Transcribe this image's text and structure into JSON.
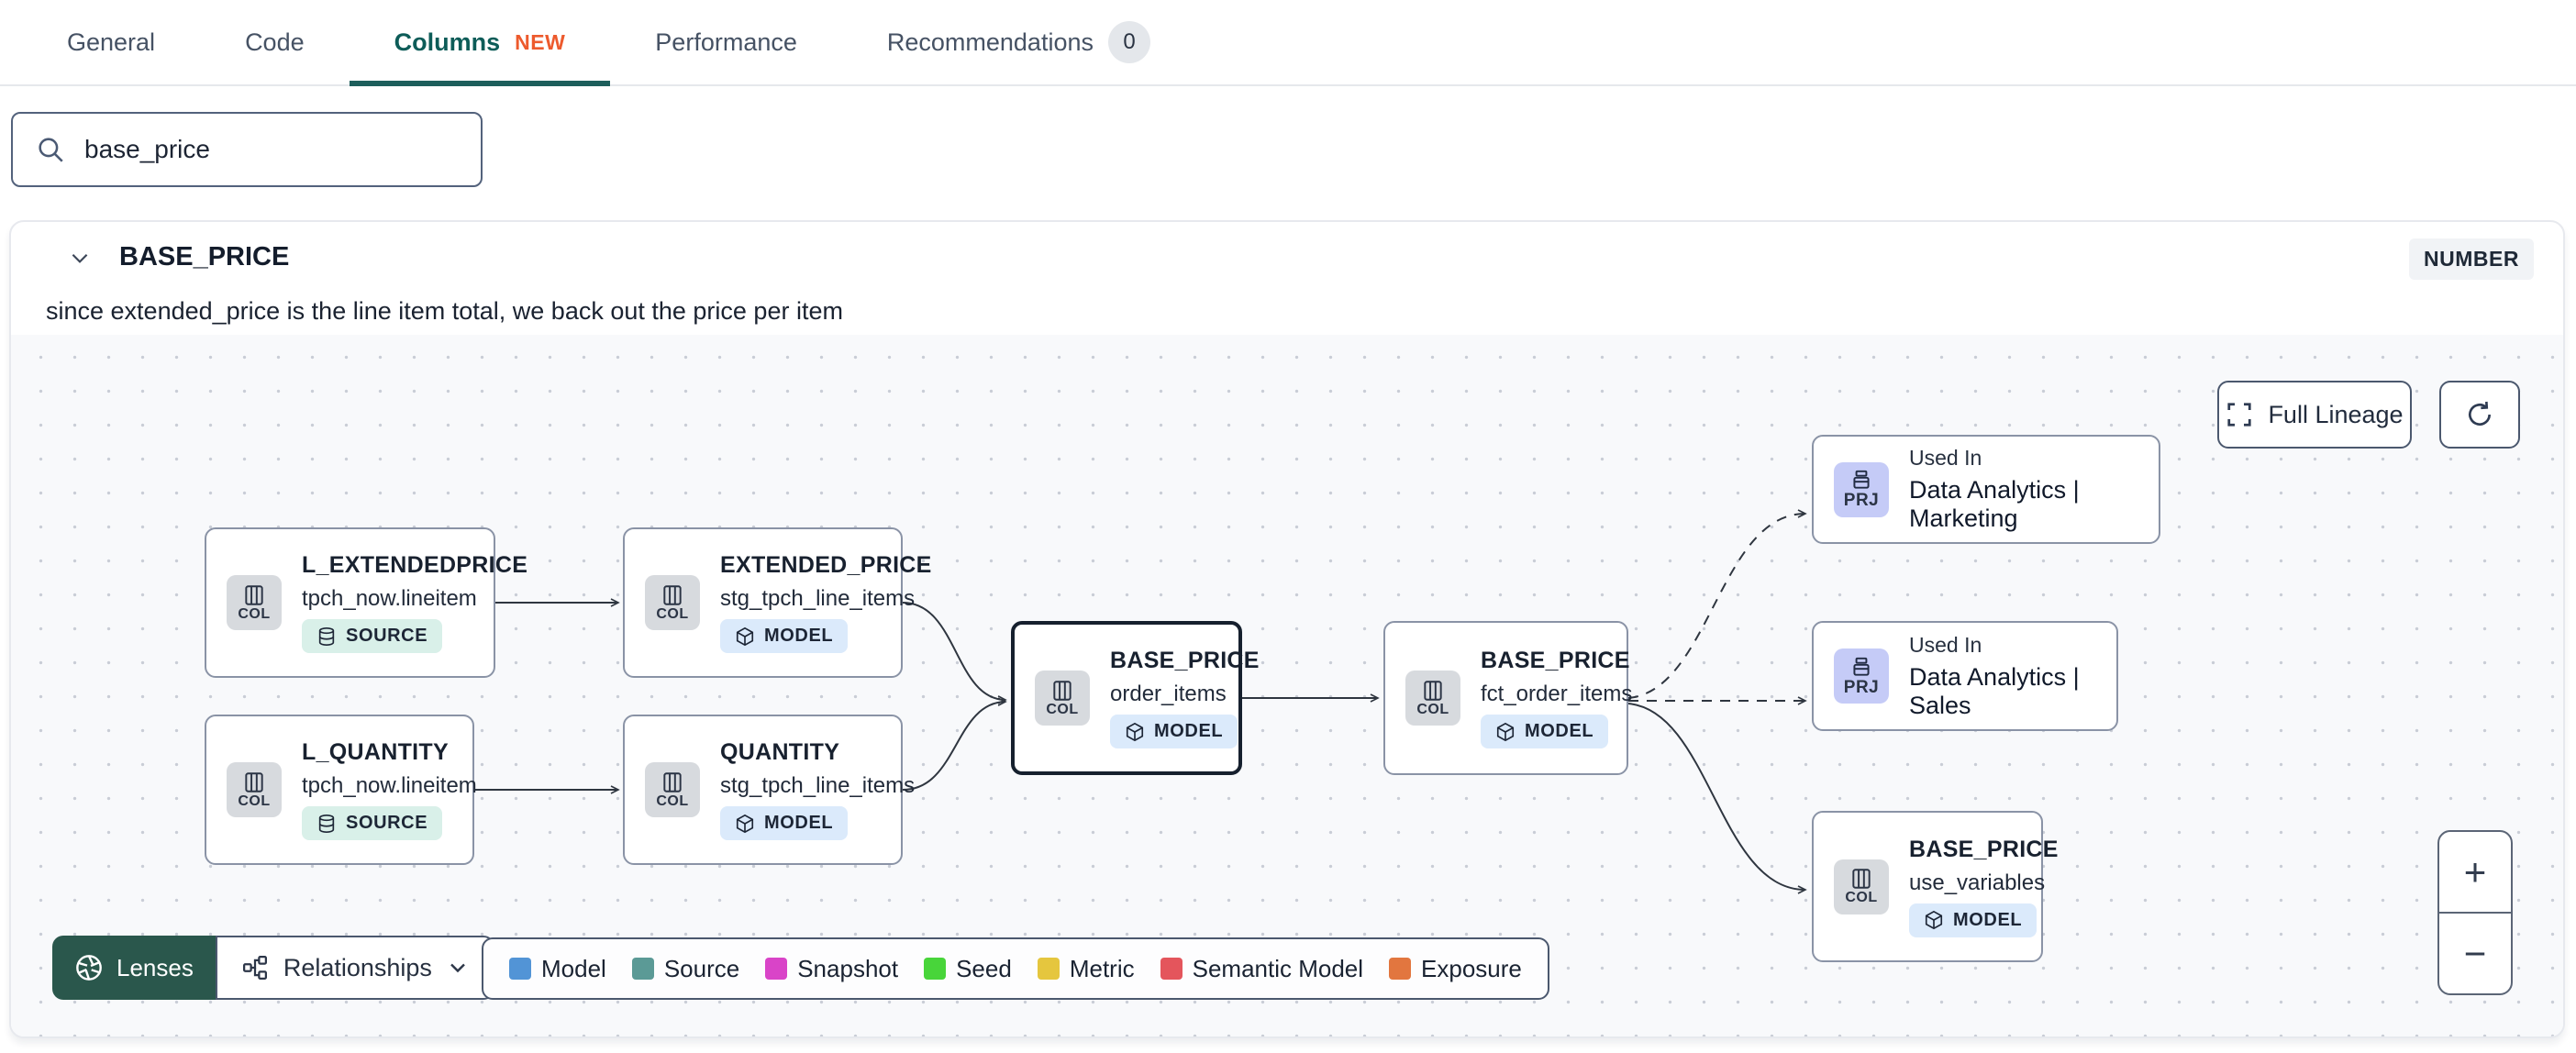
{
  "tabs": {
    "items": [
      {
        "label": "General"
      },
      {
        "label": "Code"
      },
      {
        "label": "Columns",
        "badge": "NEW",
        "active": true
      },
      {
        "label": "Performance"
      },
      {
        "label": "Recommendations",
        "count": "0"
      }
    ]
  },
  "search": {
    "value": "base_price"
  },
  "column_card": {
    "name": "BASE_PRICE",
    "type": "NUMBER",
    "description": "since extended_price is the line item total, we back out the price per item"
  },
  "lineage": {
    "controls": {
      "full_lineage": "Full Lineage",
      "zoom_in": "+",
      "zoom_out": "−"
    },
    "toolbar": {
      "lenses": "Lenses",
      "relationships": "Relationships"
    },
    "nodes": [
      {
        "kind": "COL",
        "title": "L_EXTENDEDPRICE",
        "subtitle": "tpch_now.lineitem",
        "badge": "SOURCE"
      },
      {
        "kind": "COL",
        "title": "L_QUANTITY",
        "subtitle": "tpch_now.lineitem",
        "badge": "SOURCE"
      },
      {
        "kind": "COL",
        "title": "EXTENDED_PRICE",
        "subtitle": "stg_tpch_line_items",
        "badge": "MODEL"
      },
      {
        "kind": "COL",
        "title": "QUANTITY",
        "subtitle": "stg_tpch_line_items",
        "badge": "MODEL"
      },
      {
        "kind": "COL",
        "title": "BASE_PRICE",
        "subtitle": "order_items",
        "badge": "MODEL",
        "selected": true
      },
      {
        "kind": "COL",
        "title": "BASE_PRICE",
        "subtitle": "fct_order_items",
        "badge": "MODEL"
      },
      {
        "kind": "PRJ",
        "used_in_label": "Used In",
        "title": "Data Analytics | Marketing"
      },
      {
        "kind": "PRJ",
        "used_in_label": "Used In",
        "title": "Data Analytics | Sales"
      },
      {
        "kind": "COL",
        "title": "BASE_PRICE",
        "subtitle": "use_variables",
        "badge": "MODEL"
      }
    ],
    "legend": [
      {
        "label": "Model",
        "color": "#5294d6"
      },
      {
        "label": "Source",
        "color": "#5b9a96"
      },
      {
        "label": "Snapshot",
        "color": "#d944c8"
      },
      {
        "label": "Seed",
        "color": "#48d53a"
      },
      {
        "label": "Metric",
        "color": "#e5c63e"
      },
      {
        "label": "Semantic Model",
        "color": "#e4555c"
      },
      {
        "label": "Exposure",
        "color": "#e2763f"
      }
    ],
    "colors": {
      "active_tab": "#0d5c58",
      "new_badge": "#ed5a2d",
      "lenses_button": "#2a574c",
      "model_badge_bg": "#dbeafb",
      "source_badge_bg": "#d9f0e9",
      "prj_icon_bg": "#c5cbf7"
    }
  }
}
